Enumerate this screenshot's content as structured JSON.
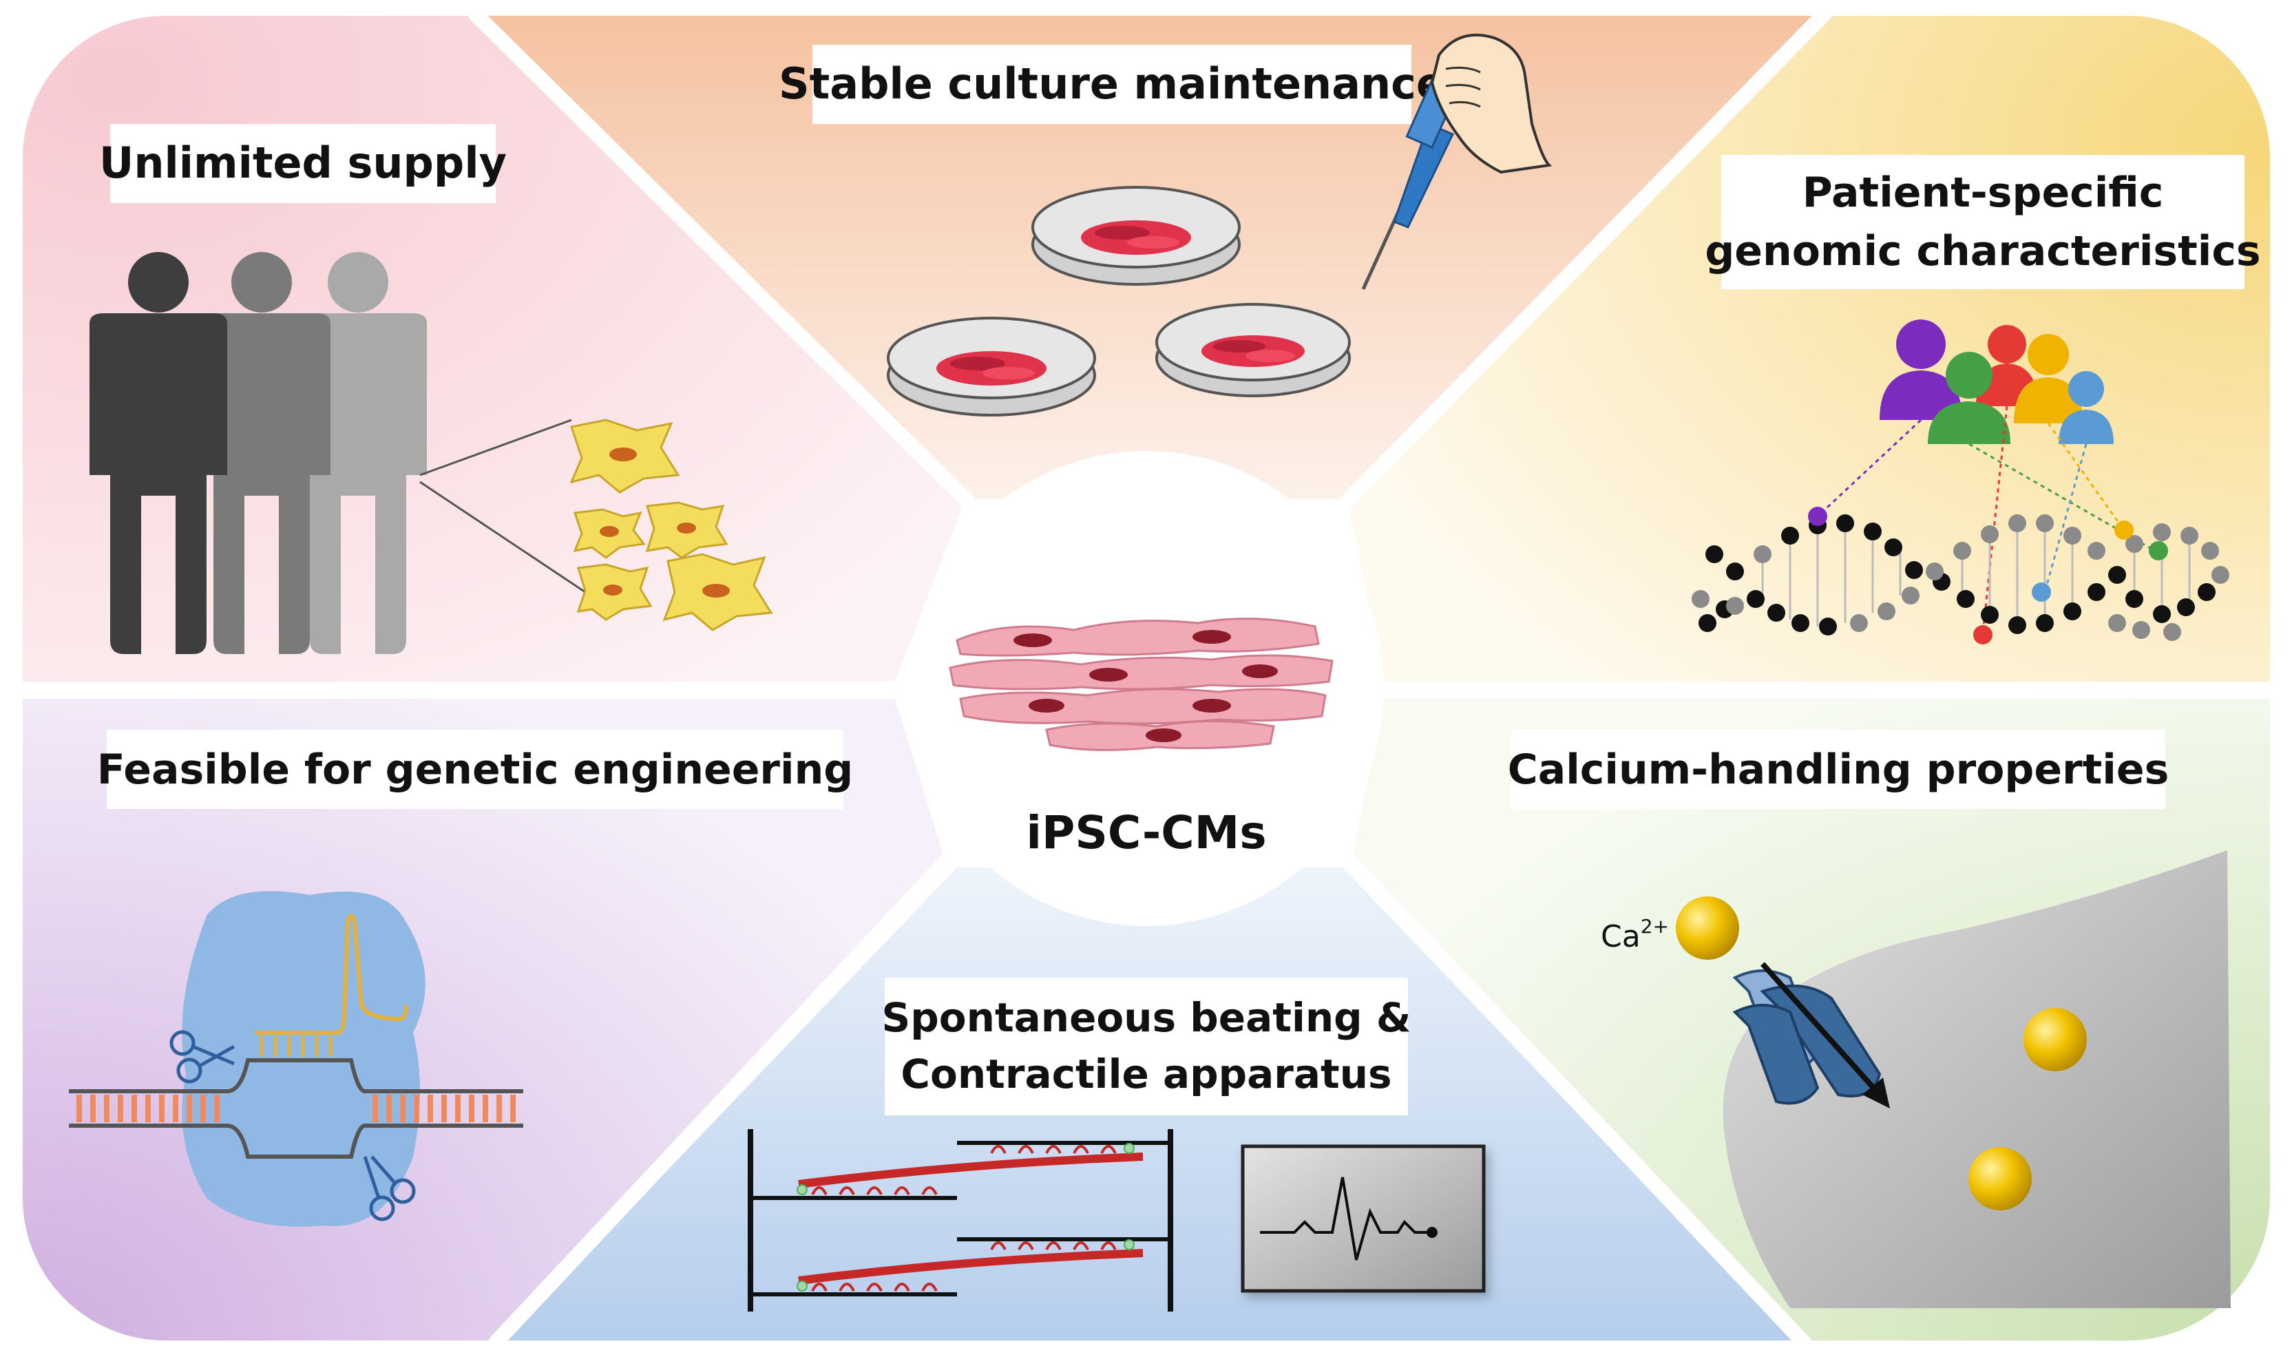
{
  "center": {
    "label": "iPSC-CMs"
  },
  "panels": {
    "unlimited_supply": {
      "label": "Unlimited supply"
    },
    "stable_culture": {
      "label": "Stable culture maintenance"
    },
    "patient_specific": {
      "label_line1": "Patient-specific",
      "label_line2": "genomic characteristics"
    },
    "genetic_engineering": {
      "label": "Feasible for genetic engineering"
    },
    "spontaneous_beating": {
      "label_line1": "Spontaneous beating &",
      "label_line2": "Contractile apparatus"
    },
    "calcium_handling": {
      "label": "Calcium-handling properties",
      "ion_label": "Ca",
      "ion_charge": "2+"
    }
  },
  "colors": {
    "pink_panel": "#f9d3d9",
    "peach_panel": "#f6c8a8",
    "yellow_panel": "#f7dc8a",
    "purple_panel": "#d5b7e3",
    "blue_panel": "#bcd3ee",
    "green_panel": "#cfe3b8",
    "cell_red": "#d9354a",
    "cell_yellow": "#f4dc5c",
    "cardiomyocyte_pink": "#f2a9b6",
    "calcium_gold": "#f2c200",
    "channel_blue": "#3a6a9c"
  }
}
